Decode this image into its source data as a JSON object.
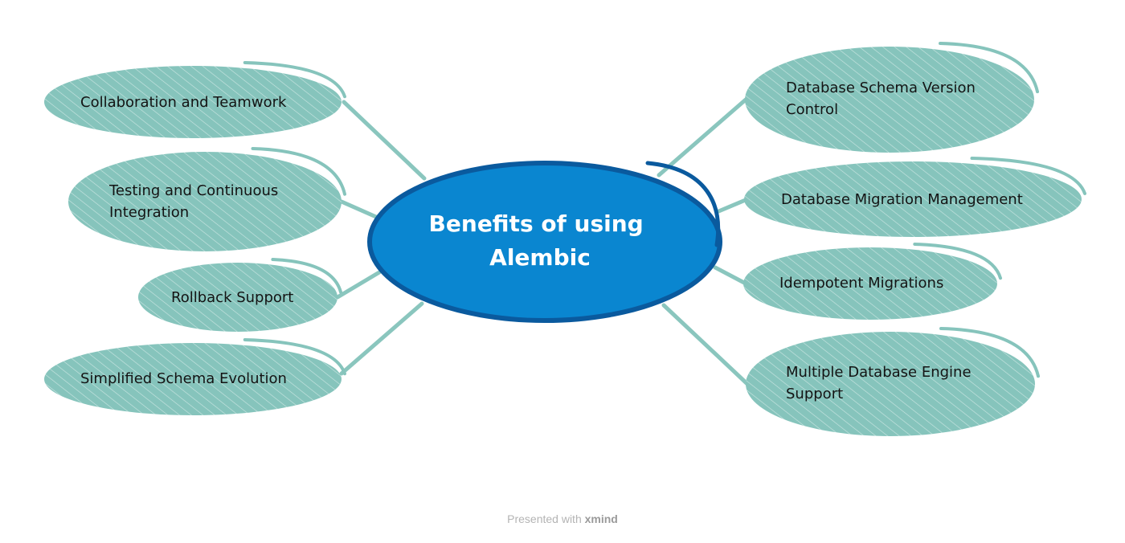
{
  "central_topic": {
    "lines": [
      "Benefits of using",
      "Alembic"
    ]
  },
  "branches": [
    {
      "id": "collaboration",
      "lines": [
        "Collaboration and Teamwork"
      ]
    },
    {
      "id": "testing",
      "lines": [
        "Testing and Continuous",
        "Integration"
      ]
    },
    {
      "id": "rollback",
      "lines": [
        "Rollback Support"
      ]
    },
    {
      "id": "schema-evolution",
      "lines": [
        "Simplified Schema Evolution"
      ]
    },
    {
      "id": "version-control",
      "lines": [
        "Database Schema Version",
        "Control"
      ]
    },
    {
      "id": "migration-management",
      "lines": [
        "Database Migration Management"
      ]
    },
    {
      "id": "idempotent",
      "lines": [
        "Idempotent Migrations"
      ]
    },
    {
      "id": "multi-engine",
      "lines": [
        "Multiple Database Engine",
        "Support"
      ]
    }
  ],
  "colors": {
    "branch_fill": "#86c4bc",
    "branch_hatch": "#ffffff",
    "connector": "#8ac6be",
    "central_fill": "#0a86d0",
    "central_outline": "#0a5a9e",
    "label_text": "#141414",
    "central_text": "#ffffff"
  },
  "footer": {
    "prefix": "Presented with ",
    "brand": "xmind"
  }
}
